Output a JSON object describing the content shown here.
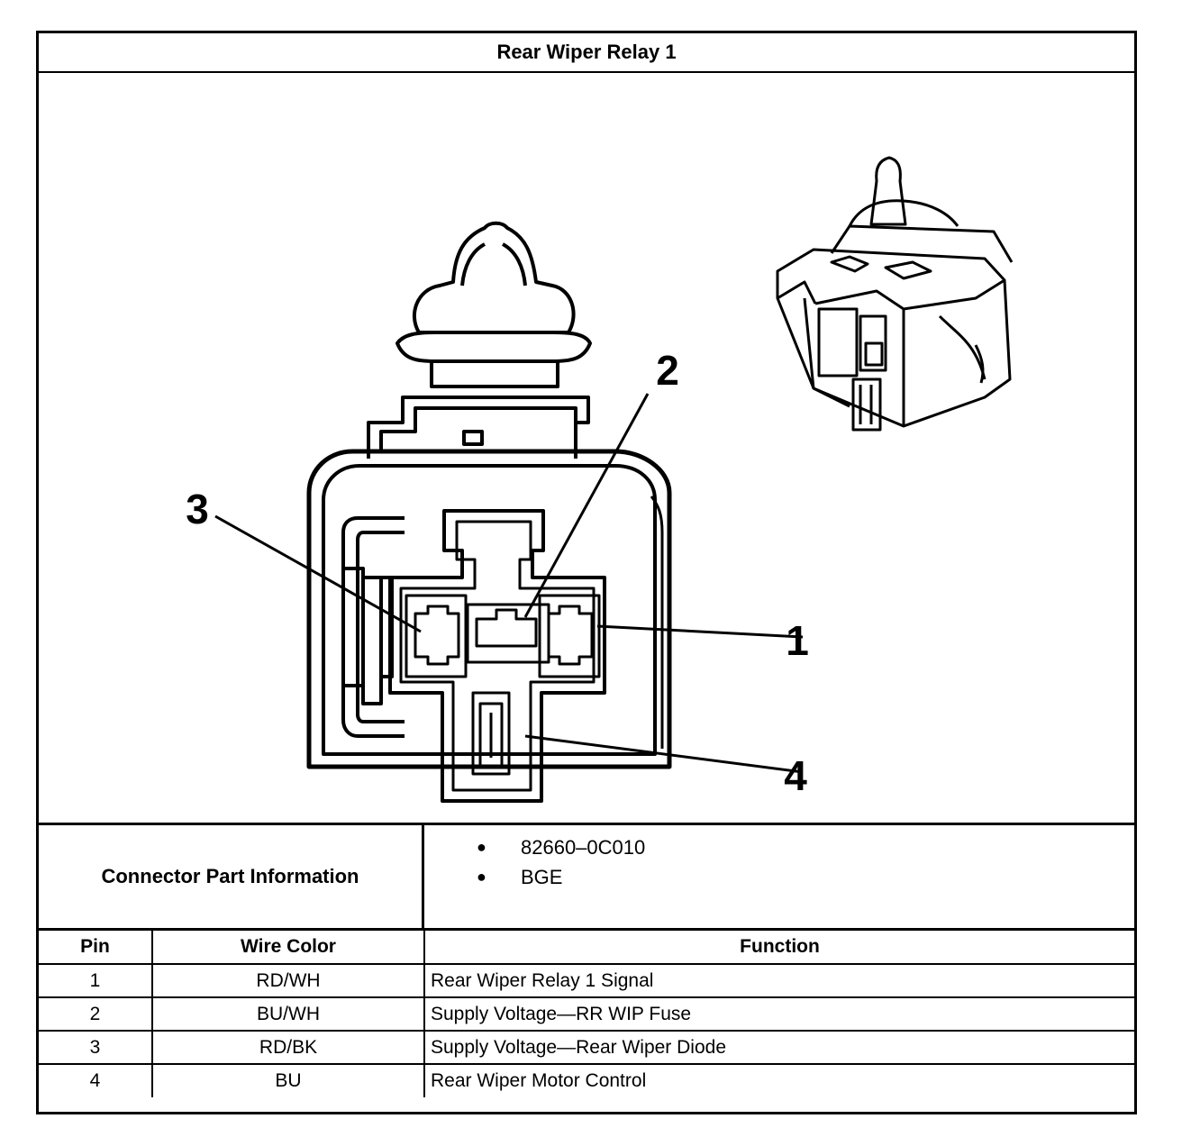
{
  "title": "Rear Wiper Relay 1",
  "callouts": {
    "pin1": "1",
    "pin2": "2",
    "pin3": "3",
    "pin4": "4"
  },
  "connector_info": {
    "label": "Connector Part Information",
    "items": [
      "82660–0C010",
      "BGE"
    ]
  },
  "pin_table": {
    "headers": {
      "pin": "Pin",
      "wire_color": "Wire Color",
      "function": "Function"
    },
    "rows": [
      {
        "pin": "1",
        "wire_color": "RD/WH",
        "function": "Rear Wiper Relay 1 Signal"
      },
      {
        "pin": "2",
        "wire_color": "BU/WH",
        "function": "Supply Voltage—RR WIP Fuse"
      },
      {
        "pin": "3",
        "wire_color": "RD/BK",
        "function": "Supply Voltage—Rear Wiper Diode"
      },
      {
        "pin": "4",
        "wire_color": "BU",
        "function": "Rear Wiper Motor Control"
      }
    ]
  }
}
